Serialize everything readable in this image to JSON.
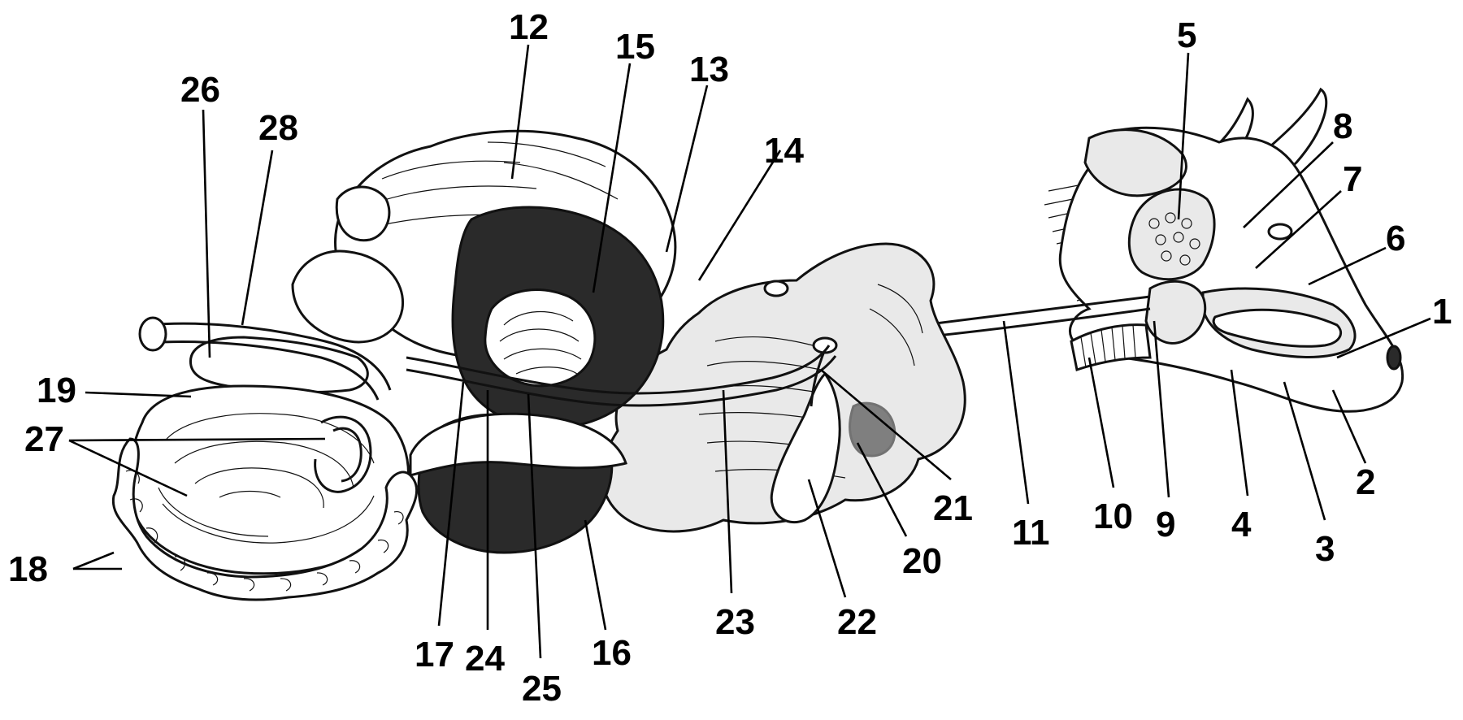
{
  "callouts": [
    {
      "id": "1",
      "text": "1"
    },
    {
      "id": "2",
      "text": "2"
    },
    {
      "id": "3",
      "text": "3"
    },
    {
      "id": "4",
      "text": "4"
    },
    {
      "id": "5",
      "text": "5"
    },
    {
      "id": "6",
      "text": "6"
    },
    {
      "id": "7",
      "text": "7"
    },
    {
      "id": "8",
      "text": "8"
    },
    {
      "id": "9",
      "text": "9"
    },
    {
      "id": "10",
      "text": "10"
    },
    {
      "id": "11",
      "text": "11"
    },
    {
      "id": "12",
      "text": "12"
    },
    {
      "id": "13",
      "text": "13"
    },
    {
      "id": "14",
      "text": "14"
    },
    {
      "id": "15",
      "text": "15"
    },
    {
      "id": "16",
      "text": "16"
    },
    {
      "id": "17",
      "text": "17"
    },
    {
      "id": "18",
      "text": "18"
    },
    {
      "id": "19",
      "text": "19"
    },
    {
      "id": "20",
      "text": "20"
    },
    {
      "id": "21",
      "text": "21"
    },
    {
      "id": "22",
      "text": "22"
    },
    {
      "id": "23",
      "text": "23"
    },
    {
      "id": "24",
      "text": "24"
    },
    {
      "id": "25",
      "text": "25"
    },
    {
      "id": "26",
      "text": "26"
    },
    {
      "id": "27",
      "text": "27"
    },
    {
      "id": "28",
      "text": "28"
    }
  ],
  "colors": {
    "ink": "#111111",
    "background": "#ffffff"
  }
}
